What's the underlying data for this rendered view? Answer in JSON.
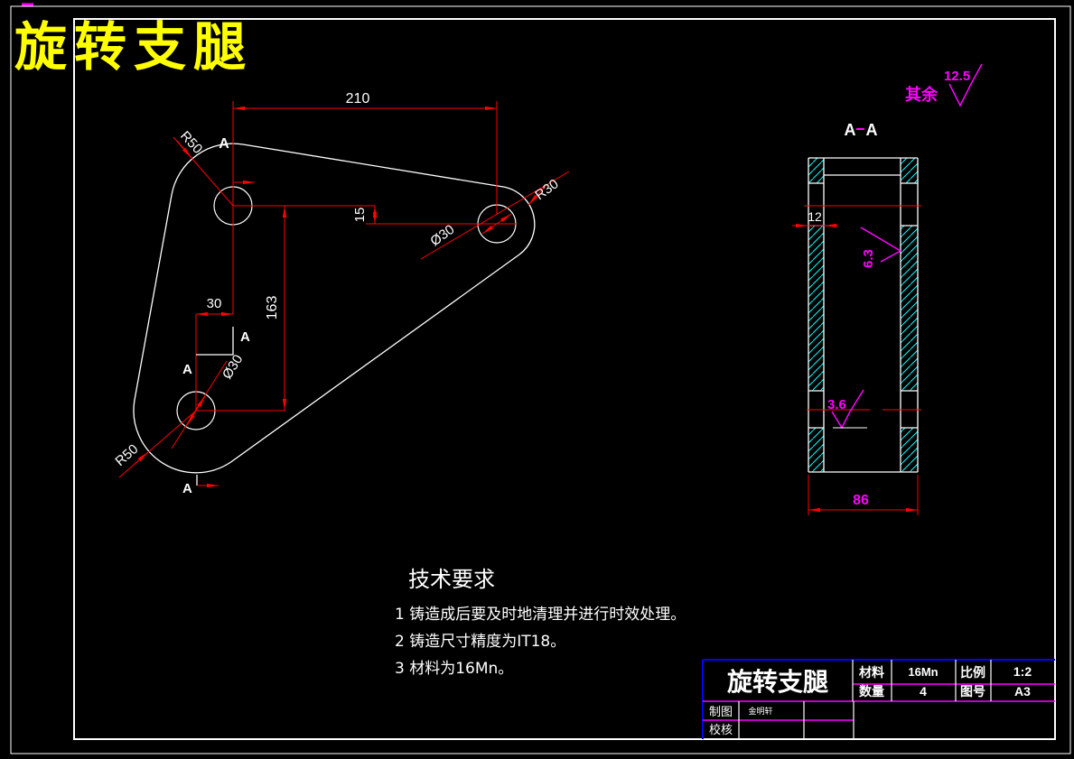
{
  "drawing_title": "旋转支腿",
  "general_roughness": {
    "prefix": "其余",
    "value": "12.5"
  },
  "section_title": {
    "a1": "A",
    "a2": "A"
  },
  "main_view": {
    "dims": {
      "d210": "210",
      "d163": "163",
      "d30": "30",
      "d15": "15",
      "r50_top": "R50",
      "r50_bottom": "R50",
      "r30": "R30",
      "dia30_right": "Ø30",
      "dia30_bottom": "Ø30"
    },
    "section_marks": {
      "top": "A",
      "jog_upper": "A",
      "jog_lower": "A",
      "bottom": "A"
    }
  },
  "section_view": {
    "dim_wall_thickness": "12",
    "dim_overall_width": "86",
    "roughness_hole": "6.3",
    "roughness_bottom": "3.6"
  },
  "tech_requirements": {
    "title": "技术要求",
    "items": [
      "1 铸造成后要及时地清理并进行时效处理。",
      "2 铸造尺寸精度为IT18。",
      "3 材料为16Mn。"
    ]
  },
  "title_block": {
    "part_name": "旋转支腿",
    "material_label": "材料",
    "material_value": "16Mn",
    "scale_label": "比例",
    "scale_value": "1:2",
    "qty_label": "数量",
    "qty_value": "4",
    "drawing_no_label": "图号",
    "drawing_no_value": "A3",
    "drafter_label": "制图",
    "drafter_value": "金明轩",
    "checker_label": "校核",
    "checker_value": ""
  },
  "colors": {
    "background": "#000000",
    "geometry": "#ffffff",
    "dimensions": "#ff0000",
    "hatch": "#00ffff",
    "annotations": "#ff00ff",
    "title": "#ffff00",
    "table_frame": "#0000ff"
  }
}
